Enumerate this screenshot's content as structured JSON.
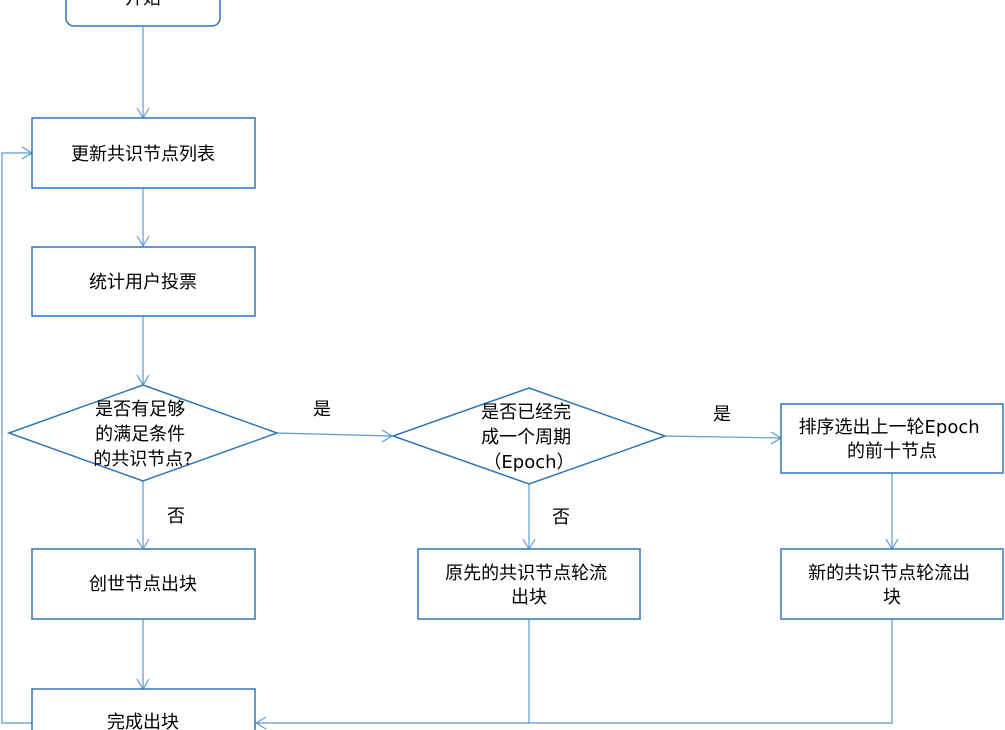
{
  "colors": {
    "node_stroke": "#2e75b6",
    "edge_stroke": "#5b9bd5",
    "text": "#000000",
    "background": "#ffffff"
  },
  "nodes": {
    "start": {
      "lines": [
        "开始"
      ]
    },
    "update_list": {
      "lines": [
        "更新共识节点列表"
      ]
    },
    "count_votes": {
      "lines": [
        "统计用户投票"
      ]
    },
    "decision_enough": {
      "lines": [
        "是否有足够",
        "的满足条件",
        "的共识节点?"
      ]
    },
    "decision_epoch": {
      "lines": [
        "是否已经完",
        "成一个周期",
        "（Epoch）"
      ]
    },
    "select_top10": {
      "lines": [
        "排序选出上一轮Epoch",
        "的前十节点"
      ]
    },
    "genesis_block": {
      "lines": [
        "创世节点出块"
      ]
    },
    "old_nodes_block": {
      "lines": [
        "原先的共识节点轮流",
        "出块"
      ]
    },
    "new_nodes_block": {
      "lines": [
        "新的共识节点轮流出",
        "块"
      ]
    },
    "finish_block": {
      "lines": [
        "完成出块"
      ]
    }
  },
  "edge_labels": {
    "yes_1": "是",
    "yes_2": "是",
    "no_1": "否",
    "no_2": "否"
  }
}
